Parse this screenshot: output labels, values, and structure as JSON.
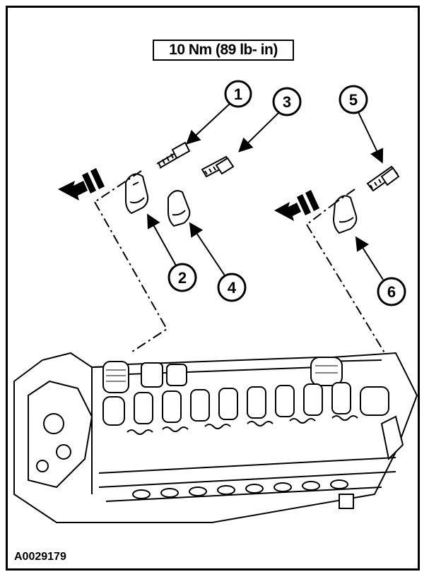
{
  "torque_spec": "10 Nm (89 lb- in)",
  "figure_id": "A0029179",
  "callouts": [
    "1",
    "2",
    "3",
    "4",
    "5",
    "6"
  ]
}
